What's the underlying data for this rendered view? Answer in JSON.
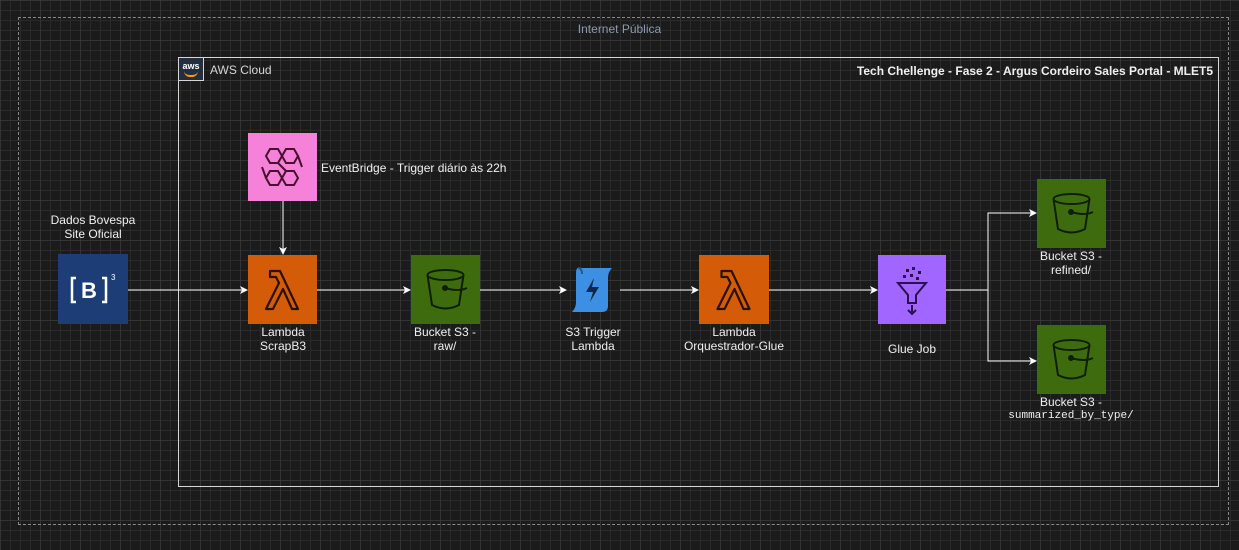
{
  "outer": {
    "label": "Internet Pública"
  },
  "aws": {
    "label": "AWS Cloud",
    "logo_text": "aws"
  },
  "title": "Tech Chellenge - Fase 2 - Argus Cordeiro Sales Portal - MLET5",
  "nodes": {
    "b3": {
      "label_lines": [
        "Dados Bovespa",
        "Site Oficial"
      ],
      "logo_text": "B",
      "color": "#1c3d75"
    },
    "eventbridge": {
      "label": "EventBridge - Trigger diário às 22h",
      "color": "#f581d8"
    },
    "lambda_scrap": {
      "label_lines": [
        "Lambda",
        "ScrapB3"
      ],
      "color": "#d45b07"
    },
    "bucket_raw": {
      "label_lines": [
        "Bucket S3 -",
        "raw/"
      ],
      "color": "#3f6b0f"
    },
    "s3_trigger": {
      "label_lines": [
        "S3 Trigger",
        "Lambda"
      ],
      "color": "#3d8fe3"
    },
    "lambda_glue": {
      "label_lines": [
        "Lambda",
        "Orquestrador-Glue"
      ],
      "color": "#d45b07"
    },
    "glue_job": {
      "label": "Glue Job",
      "color": "#a166ff"
    },
    "bucket_refined": {
      "label_lines": [
        "Bucket S3 -",
        "refined/"
      ],
      "color": "#3f6b0f"
    },
    "bucket_summarized": {
      "label_lines": [
        "Bucket S3 -",
        "summarized_by_type/"
      ],
      "color": "#3f6b0f"
    }
  }
}
